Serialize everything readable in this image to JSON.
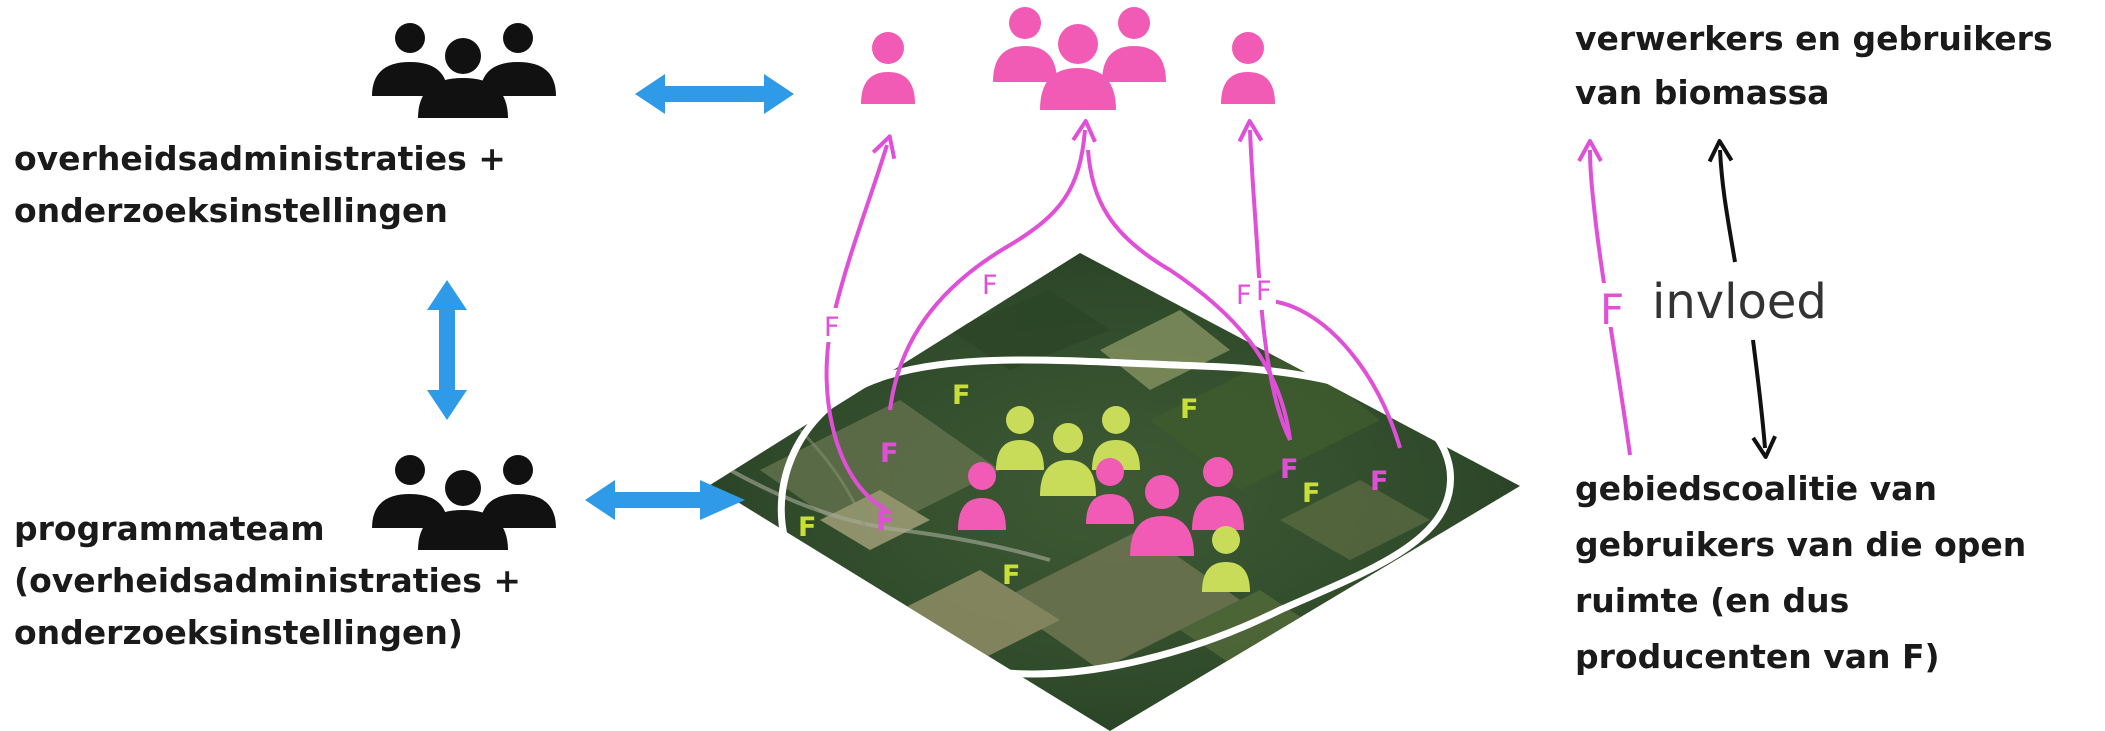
{
  "labels": {
    "government": [
      "overheidsadministraties +",
      "onderzoeksinstellingen"
    ],
    "program_team": [
      "programmateam",
      "(overheidsadministraties +",
      "onderzoeksinstellingen)"
    ],
    "processors": [
      "verwerkers en gebruikers",
      "van biomassa"
    ],
    "coalition": [
      "gebiedscoalitie van",
      "gebruikers van die open",
      "ruimte (en dus",
      "producenten van F)"
    ],
    "influence": "invloed"
  },
  "flow_letter": "F",
  "colors": {
    "black_group": "#111111",
    "pink": "#f25bb5",
    "pink_arrow": "#e04fd8",
    "lime": "#c8dc5a",
    "lime_text": "#c9de39",
    "blue_arrow": "#2f9be8",
    "boundary": "#ffffff"
  },
  "icons": {
    "government_group": "people-group-icon",
    "program_team_group": "people-group-icon",
    "processor_person": "person-icon",
    "processor_group": "people-group-icon",
    "coalition_person": "person-icon",
    "landscape": "aerial-landscape-image"
  }
}
